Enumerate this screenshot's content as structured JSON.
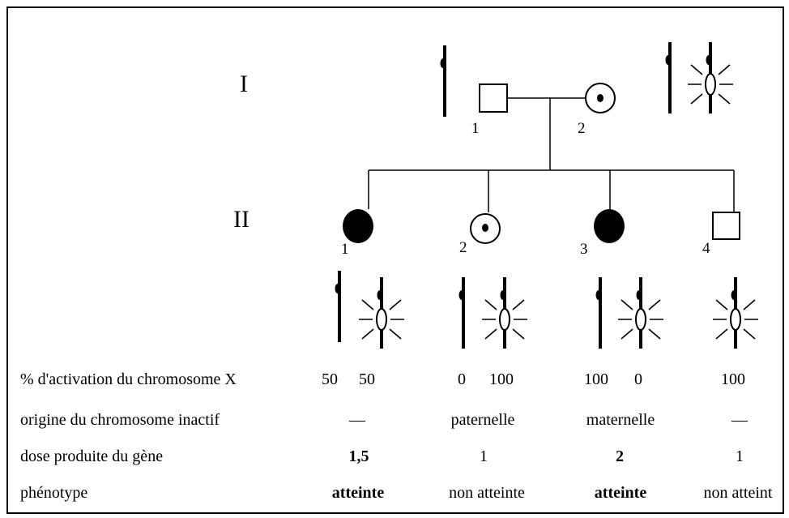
{
  "generations": {
    "gen1": "I",
    "gen2": "II"
  },
  "individuals": {
    "i1": "1",
    "i2": "2",
    "ii1": "1",
    "ii2": "2",
    "ii3": "3",
    "ii4": "4"
  },
  "table": {
    "row_labels": {
      "activation": "% d'activation du chromosome X",
      "origin": "origine du chromosome inactif",
      "dose": "dose produite du gène",
      "phenotype": "phénotype"
    },
    "activation": {
      "ii1_a": "50",
      "ii1_b": "50",
      "ii2_a": "0",
      "ii2_b": "100",
      "ii3_a": "100",
      "ii3_b": "0",
      "ii4": "100"
    },
    "origin": {
      "ii1": "—",
      "ii2": "paternelle",
      "ii3": "maternelle",
      "ii4": "—"
    },
    "dose": {
      "ii1": "1,5",
      "ii2": "1",
      "ii3": "2",
      "ii4": "1"
    },
    "phenotype": {
      "ii1": "atteinte",
      "ii2": "non atteinte",
      "ii3": "atteinte",
      "ii4": "non atteint"
    }
  }
}
